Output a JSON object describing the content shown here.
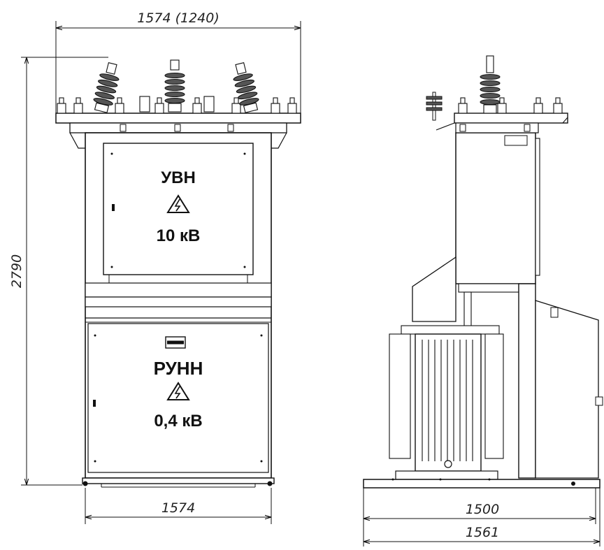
{
  "dimensions": {
    "top_width": "1574 (1240)",
    "height": "2790",
    "bottom_width_front": "1574",
    "side_width_inner": "1500",
    "side_width_outer": "1561"
  },
  "front_panels": {
    "upper_title": "УВН",
    "upper_voltage": "10 кВ",
    "lower_title": "РУНН",
    "lower_voltage": "0,4 кВ"
  }
}
